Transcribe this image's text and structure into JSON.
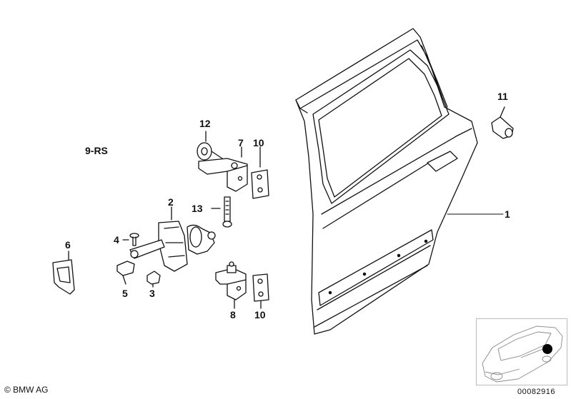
{
  "group_label": "9-RS",
  "callouts": {
    "c1": "1",
    "c2": "2",
    "c3": "3",
    "c4": "4",
    "c5": "5",
    "c6": "6",
    "c7": "7",
    "c8": "8",
    "c10a": "10",
    "c10b": "10",
    "c11": "11",
    "c12": "12",
    "c13": "13"
  },
  "footer": {
    "copyright": "© BMW AG",
    "drawing_number": "00082916"
  }
}
